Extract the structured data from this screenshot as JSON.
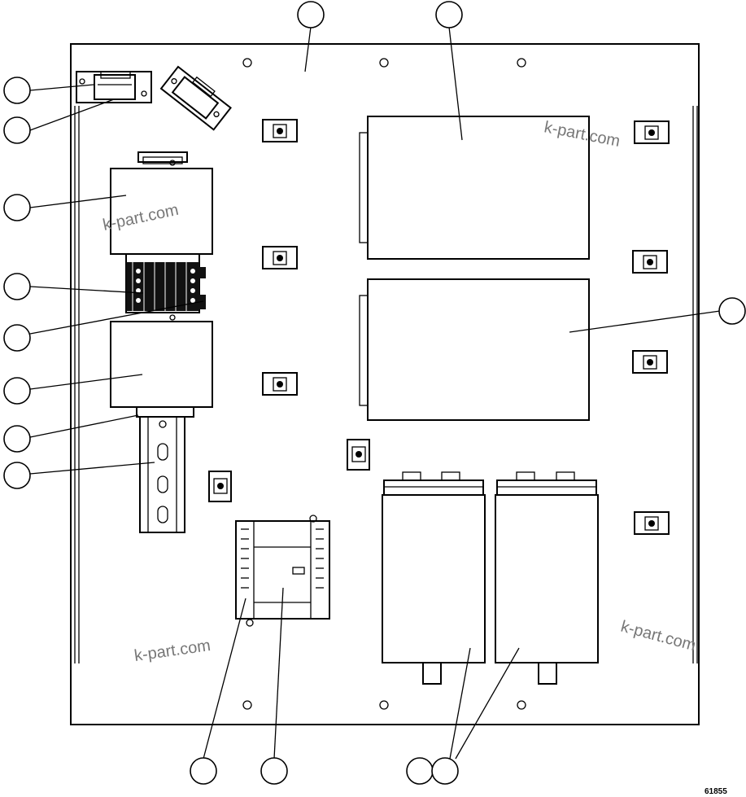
{
  "watermarks": [
    "k-part.com",
    "k-part.com",
    "k-part.com",
    "k-part.com"
  ],
  "figure_code": "61855"
}
